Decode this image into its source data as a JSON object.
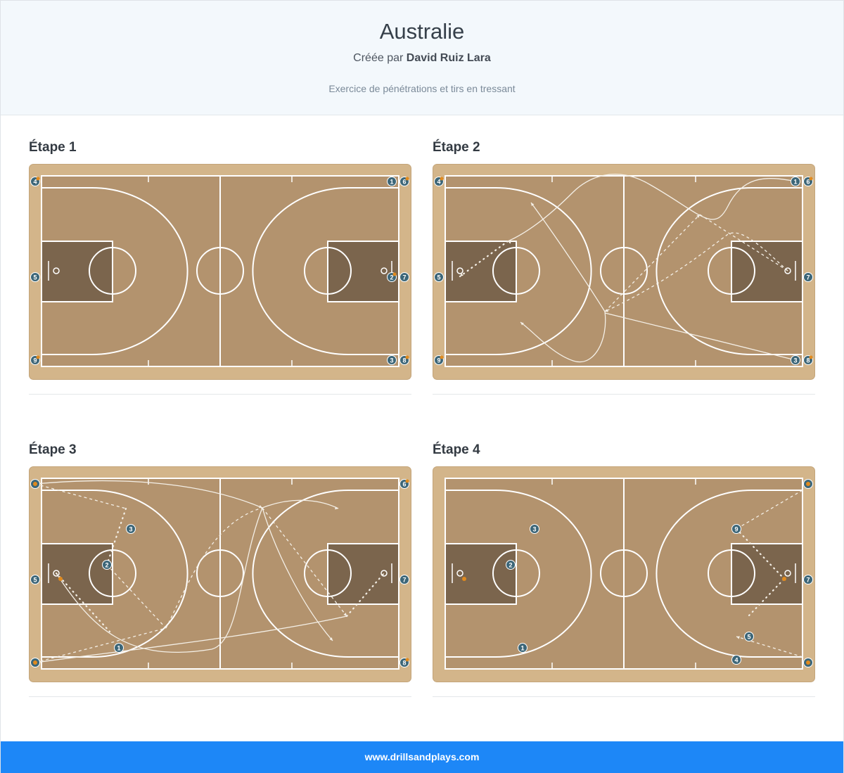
{
  "header": {
    "title": "Australie",
    "created_prefix": "Créée par",
    "author": "David Ruiz Lara",
    "description": "Exercice de pénétrations et tirs en tressant"
  },
  "colors": {
    "court_outer": "#d3b58a",
    "court_floor": "#b3936e",
    "paint": "#7b654d",
    "lines": "#ffffff",
    "player": "#3c6678",
    "ball": "#e08a1e",
    "accent": "#1d87f7"
  },
  "steps": [
    {
      "title": "Étape 1",
      "players": [
        {
          "label": "4",
          "side": "left",
          "spot": "top-corner",
          "ball": true
        },
        {
          "label": "5",
          "side": "left",
          "spot": "baseline-mid",
          "ball": false
        },
        {
          "label": "9",
          "side": "left",
          "spot": "bottom-corner",
          "ball": true
        },
        {
          "label": "1",
          "side": "right",
          "spot": "top-wing",
          "ball": false
        },
        {
          "label": "6",
          "side": "right",
          "spot": "top-corner",
          "ball": true
        },
        {
          "label": "2",
          "side": "right",
          "spot": "block",
          "ball": true
        },
        {
          "label": "7",
          "side": "right",
          "spot": "baseline-mid",
          "ball": false
        },
        {
          "label": "3",
          "side": "right",
          "spot": "bottom-wing",
          "ball": false
        },
        {
          "label": "8",
          "side": "right",
          "spot": "bottom-corner",
          "ball": true
        }
      ]
    },
    {
      "title": "Étape 2",
      "players": [
        {
          "label": "4",
          "side": "left",
          "spot": "top-corner",
          "ball": true
        },
        {
          "label": "5",
          "side": "left",
          "spot": "baseline-mid",
          "ball": false
        },
        {
          "label": "9",
          "side": "left",
          "spot": "bottom-corner",
          "ball": true
        },
        {
          "label": "1",
          "side": "right",
          "spot": "top-wing",
          "ball": false
        },
        {
          "label": "6",
          "side": "right",
          "spot": "top-corner",
          "ball": true
        },
        {
          "label": "7",
          "side": "right",
          "spot": "baseline-mid",
          "ball": false
        },
        {
          "label": "3",
          "side": "right",
          "spot": "bottom-wing",
          "ball": false
        },
        {
          "label": "8",
          "side": "right",
          "spot": "bottom-corner",
          "ball": true
        }
      ]
    },
    {
      "title": "Étape 3",
      "players": [
        {
          "label": "3",
          "side": "left",
          "spot": "elbow-top",
          "ball": false
        },
        {
          "label": "2",
          "side": "left",
          "spot": "high-post",
          "ball": false
        },
        {
          "label": "5",
          "side": "left",
          "spot": "baseline-mid",
          "ball": false
        },
        {
          "label": "1",
          "side": "left",
          "spot": "low-wing",
          "ball": false
        },
        {
          "label": "6",
          "side": "right",
          "spot": "top-corner",
          "ball": true
        },
        {
          "label": "7",
          "side": "right",
          "spot": "baseline-mid",
          "ball": false
        },
        {
          "label": "8",
          "side": "right",
          "spot": "bottom-corner",
          "ball": true
        }
      ]
    },
    {
      "title": "Étape 4",
      "players": [
        {
          "label": "3",
          "side": "left",
          "spot": "elbow-top",
          "ball": false
        },
        {
          "label": "2",
          "side": "left",
          "spot": "high-post",
          "ball": false
        },
        {
          "label": "1",
          "side": "left",
          "spot": "low-wing",
          "ball": false
        },
        {
          "label": "9",
          "side": "right",
          "spot": "top-wing",
          "ball": false
        },
        {
          "label": "7",
          "side": "right",
          "spot": "baseline-mid",
          "ball": false
        },
        {
          "label": "5",
          "side": "right",
          "spot": "low-post",
          "ball": false
        },
        {
          "label": "4",
          "side": "right",
          "spot": "bottom-wing",
          "ball": false
        }
      ]
    }
  ],
  "footer": {
    "site": "www.drillsandplays.com"
  }
}
